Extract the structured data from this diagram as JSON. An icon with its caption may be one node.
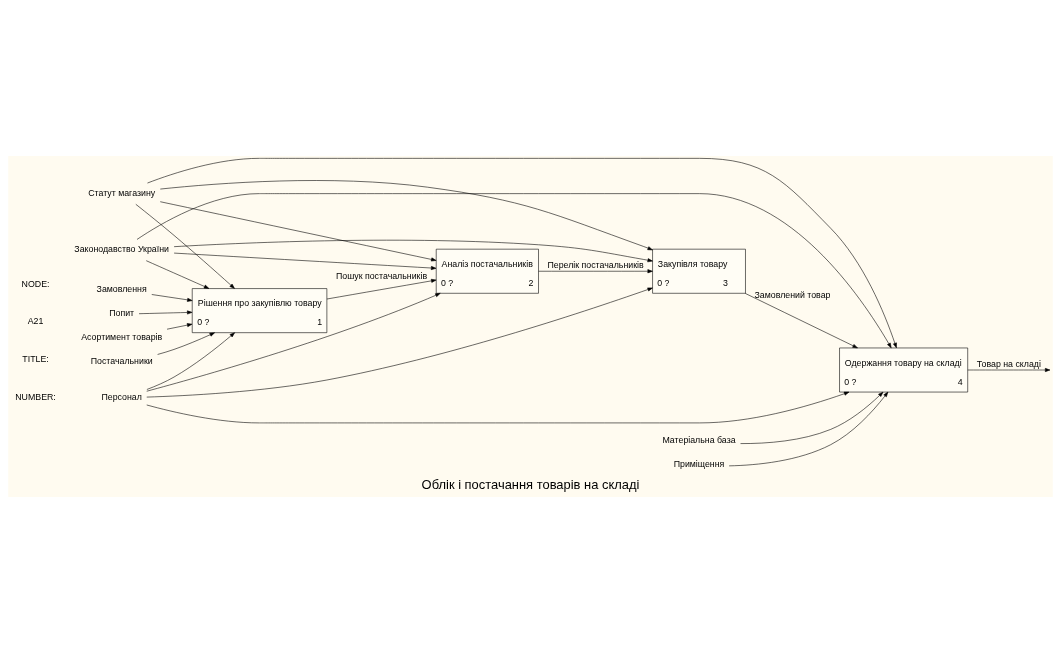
{
  "diagram": {
    "title": "Облік і постачання товарів на складі",
    "nodes": [
      {
        "text": [
          "Законодавство України"
        ]
      },
      {
        "text": [
          "Статут магазину"
        ]
      },
      {
        "text": [
          "Попит"
        ]
      },
      {
        "text": [
          "Асортимент товарів"
        ]
      },
      {
        "text": [
          "Постачальники"
        ]
      },
      {
        "text": [
          "Замовлення"
        ]
      },
      {
        "text": [
          "Рішення про закупівлю товару",
          "0 ?",
          "1"
        ]
      },
      {
        "text": [
          "Аналіз постачальників",
          "0 ?",
          "2"
        ]
      },
      {
        "text": [
          "Закупівля товару",
          "0 ?",
          "3"
        ]
      },
      {
        "text": [
          "Одержання товару на складі",
          "0 ?",
          "4"
        ]
      },
      {
        "text": [
          "Персонал"
        ]
      },
      {
        "text": [
          "Матеріальна база"
        ]
      },
      {
        "text": [
          "Приміщення"
        ]
      }
    ],
    "edges": [
      {
        "from": 0,
        "to": 6,
        "arrow": "to"
      },
      {
        "from": 0,
        "to": 7,
        "arrow": "to"
      },
      {
        "from": 0,
        "to": 8,
        "arrow": "to"
      },
      {
        "from": 0,
        "to": 9,
        "arrow": "to"
      },
      {
        "from": 1,
        "to": 6,
        "arrow": "to"
      },
      {
        "from": 1,
        "to": 7,
        "arrow": "to"
      },
      {
        "from": 1,
        "to": 8,
        "arrow": "to"
      },
      {
        "from": 1,
        "to": 9,
        "arrow": "to"
      },
      {
        "from": 2,
        "to": 6,
        "arrow": "to"
      },
      {
        "from": 3,
        "to": 6,
        "arrow": "to"
      },
      {
        "from": 4,
        "to": 6,
        "arrow": "to"
      },
      {
        "from": 5,
        "to": 6,
        "arrow": "to"
      },
      {
        "from": 6,
        "to": 7,
        "arrow": "to",
        "label": "Пошук постачальників"
      },
      {
        "from": 7,
        "to": 8,
        "arrow": "to",
        "label": "Перелік постачальників"
      },
      {
        "from": 8,
        "to": 9,
        "arrow": "to",
        "label": "Замовлений товар"
      },
      {
        "from": 9,
        "to": null,
        "arrow": "to",
        "label": "Товар на складі"
      },
      {
        "from": 10,
        "to": 6,
        "arrow": "to"
      },
      {
        "from": 10,
        "to": 7,
        "arrow": "to"
      },
      {
        "from": 10,
        "to": 8,
        "arrow": "to"
      },
      {
        "from": 10,
        "to": 9,
        "arrow": "to"
      },
      {
        "from": 11,
        "to": 9,
        "arrow": "to"
      },
      {
        "from": 12,
        "to": 9,
        "arrow": "to"
      }
    ],
    "labels": [
      "NODE:",
      "A21",
      "TITLE:",
      "NUMBER:"
    ]
  }
}
